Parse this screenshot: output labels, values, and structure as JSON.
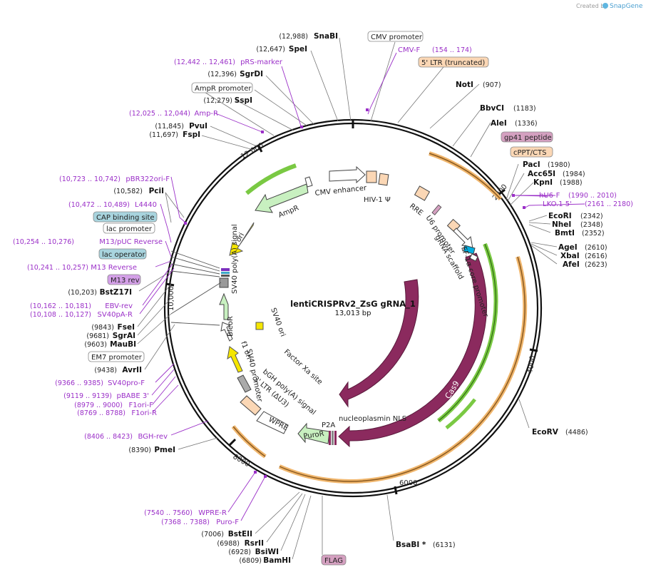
{
  "credit": {
    "created_by": "Created by",
    "brand": "SnapGene"
  },
  "plasmid": {
    "name": "lentiCRISPRv2_ZsG gRNA_1",
    "size": "13,013 bp"
  },
  "ticks": [
    "2000",
    "4000",
    "6000",
    "8000",
    "10,000",
    "12,000"
  ],
  "sites": [
    {
      "name": "SnaBI",
      "pos": "(12,988)"
    },
    {
      "name": "SpeI",
      "pos": "(12,647)"
    },
    {
      "name": "SgrDI",
      "pos": "(12,396)"
    },
    {
      "name": "SspI",
      "pos": "(12,279)"
    },
    {
      "name": "PvuI",
      "pos": "(11,845)"
    },
    {
      "name": "FspI",
      "pos": "(11,697)"
    },
    {
      "name": "PciI",
      "pos": "(10,582)"
    },
    {
      "name": "BstZ17I",
      "pos": "(10,203)"
    },
    {
      "name": "FseI",
      "pos": "(9843)"
    },
    {
      "name": "SgrAI",
      "pos": "(9681)"
    },
    {
      "name": "MauBI",
      "pos": "(9603)"
    },
    {
      "name": "AvrII",
      "pos": "(9438)"
    },
    {
      "name": "PmeI",
      "pos": "(8390)"
    },
    {
      "name": "BstEII",
      "pos": "(7006)"
    },
    {
      "name": "RsrII",
      "pos": "(6988)"
    },
    {
      "name": "BsiWI",
      "pos": "(6928)"
    },
    {
      "name": "BamHI",
      "pos": "(6809)"
    },
    {
      "name": "NotI",
      "pos": "(907)"
    },
    {
      "name": "BbvCI",
      "pos": "(1183)"
    },
    {
      "name": "AleI",
      "pos": "(1336)"
    },
    {
      "name": "PacI",
      "pos": "(1980)"
    },
    {
      "name": "Acc65I",
      "pos": "(1984)"
    },
    {
      "name": "KpnI",
      "pos": "(1988)"
    },
    {
      "name": "EcoRI",
      "pos": "(2342)"
    },
    {
      "name": "NheI",
      "pos": "(2348)"
    },
    {
      "name": "BmtI",
      "pos": "(2352)"
    },
    {
      "name": "AgeI",
      "pos": "(2610)"
    },
    {
      "name": "XbaI",
      "pos": "(2616)"
    },
    {
      "name": "AfeI",
      "pos": "(2623)"
    },
    {
      "name": "EcoRV",
      "pos": "(4486)"
    },
    {
      "name": "BsaBI *",
      "pos": "(6131)"
    }
  ],
  "primers": [
    {
      "name": "CMV-F",
      "pos": "(154 .. 174)"
    },
    {
      "name": "pRS-marker",
      "pos": "(12,442 .. 12,461)"
    },
    {
      "name": "Amp-R",
      "pos": "(12,025 .. 12,044)"
    },
    {
      "name": "pBR322ori-F",
      "pos": "(10,723 .. 10,742)"
    },
    {
      "name": "L4440",
      "pos": "(10,472 .. 10,489)"
    },
    {
      "name": "M13/pUC Reverse",
      "pos": "(10,254 .. 10,276)"
    },
    {
      "name": "M13 Reverse",
      "pos": "(10,241 .. 10,257)"
    },
    {
      "name": "EBV-rev",
      "pos": "(10,162 .. 10,181)"
    },
    {
      "name": "SV40pA-R",
      "pos": "(10,108 .. 10,127)"
    },
    {
      "name": "SV40pro-F",
      "pos": "(9366 .. 9385)"
    },
    {
      "name": "pBABE 3'",
      "pos": "(9119 .. 9139)"
    },
    {
      "name": "F1ori-F",
      "pos": "(8979 .. 9000)"
    },
    {
      "name": "F1ori-R",
      "pos": "(8769 .. 8788)"
    },
    {
      "name": "BGH-rev",
      "pos": "(8406 .. 8423)"
    },
    {
      "name": "WPRE-R",
      "pos": "(7540 .. 7560)"
    },
    {
      "name": "Puro-F",
      "pos": "(7368 .. 7388)"
    },
    {
      "name": "hU6-F",
      "pos": "(1990 .. 2010)"
    },
    {
      "name": "LKO.1 5'",
      "pos": "(2161 .. 2180)"
    }
  ],
  "boxed": {
    "cmv_promoter": "CMV promoter",
    "ltr_trunc": "5' LTR (truncated)",
    "gp41": "gp41 peptide",
    "cppt": "cPPT/CTS",
    "ampr_promoter": "AmpR promoter",
    "cap_site": "CAP binding site",
    "lac_promoter": "lac promoter",
    "lac_operator": "lac operator",
    "m13_rev": "M13 rev",
    "em7": "EM7 promoter",
    "flag": "FLAG"
  },
  "features": {
    "cmv_enhancer": "CMV enhancer",
    "hiv_psi": "HIV-1 Ψ",
    "rre": "RRE",
    "u6": "U6 promoter",
    "grna_scaffold": "gRNA scaffold",
    "ef1a": "EF-1α core promoter",
    "cas9_inner": "Cas9",
    "cas9_outer": "Cas9",
    "nls": "nucleoplasmin NLS",
    "p2a": "P2A",
    "puror": "PuroR",
    "wpre": "WPRE",
    "ltr3": "3' LTR (ΔU3)",
    "bgh": "bGH poly(A) signal",
    "factor_xa": "Factor Xa site",
    "f1ori": "f1 ori",
    "sv40_promoter": "SV40 promoter",
    "bleor": "BleoR",
    "sv40_ori": "SV40 ori",
    "sv40_polya": "SV40 poly(A) signal",
    "ori": "ori",
    "ampr": "AmpR"
  },
  "colors": {
    "primer": "#9b30c8",
    "cas9": "#8b2a5e",
    "orange": "#f0b66d",
    "green": "#7ac943",
    "light_green": "#c8f0c0",
    "yellow": "#f5e600",
    "peach": "#fbd7b5",
    "cyan": "#00aee0"
  }
}
